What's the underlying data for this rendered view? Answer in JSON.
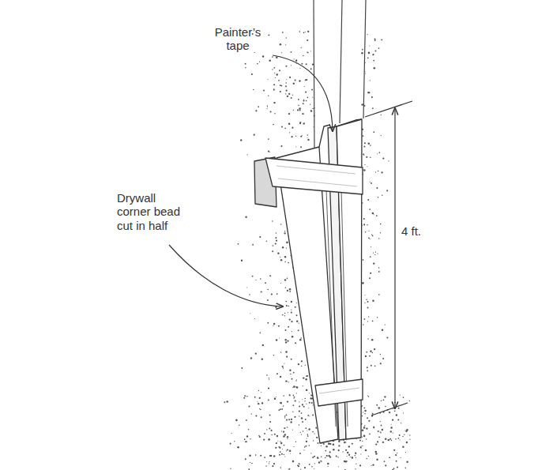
{
  "diagram": {
    "labels": [
      "Painter’s tape",
      "Drywall corner bead cut in half",
      "4 ft."
    ]
  }
}
